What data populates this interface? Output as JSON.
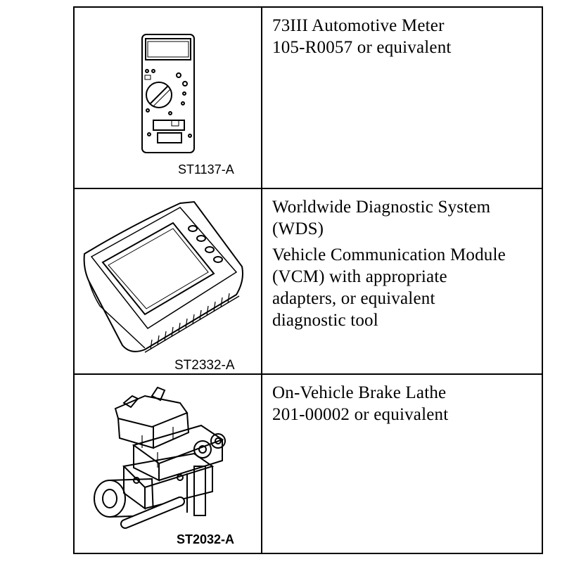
{
  "rows": [
    {
      "illustration_code": "ST1137-A",
      "illustration_icon": "multimeter-icon",
      "paragraphs": [
        [
          "73III Automotive Meter",
          "105-R0057 or equivalent"
        ]
      ]
    },
    {
      "illustration_code": "ST2332-A",
      "illustration_icon": "diagnostic-tablet-icon",
      "paragraphs": [
        [
          "Worldwide Diagnostic System",
          "(WDS)"
        ],
        [
          "Vehicle Communication Module",
          "(VCM) with appropriate",
          "adapters, or equivalent",
          "diagnostic tool"
        ]
      ]
    },
    {
      "illustration_code": "ST2032-A",
      "illustration_icon": "brake-lathe-icon",
      "paragraphs": [
        [
          "On-Vehicle Brake Lathe",
          "201-00002 or equivalent"
        ]
      ]
    }
  ]
}
